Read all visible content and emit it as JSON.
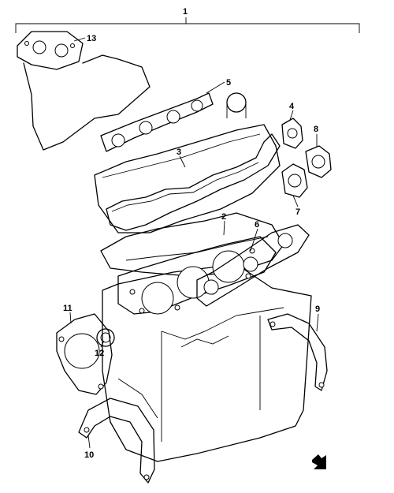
{
  "callouts": {
    "c1": "1",
    "c2": "2",
    "c3": "3",
    "c4": "4",
    "c5": "5",
    "c6": "6",
    "c7": "7",
    "c8": "8",
    "c9": "9",
    "c10": "10",
    "c11": "11",
    "c12": "12",
    "c13": "13"
  },
  "icons": {
    "direction_arrow": "front-direction-arrow"
  }
}
